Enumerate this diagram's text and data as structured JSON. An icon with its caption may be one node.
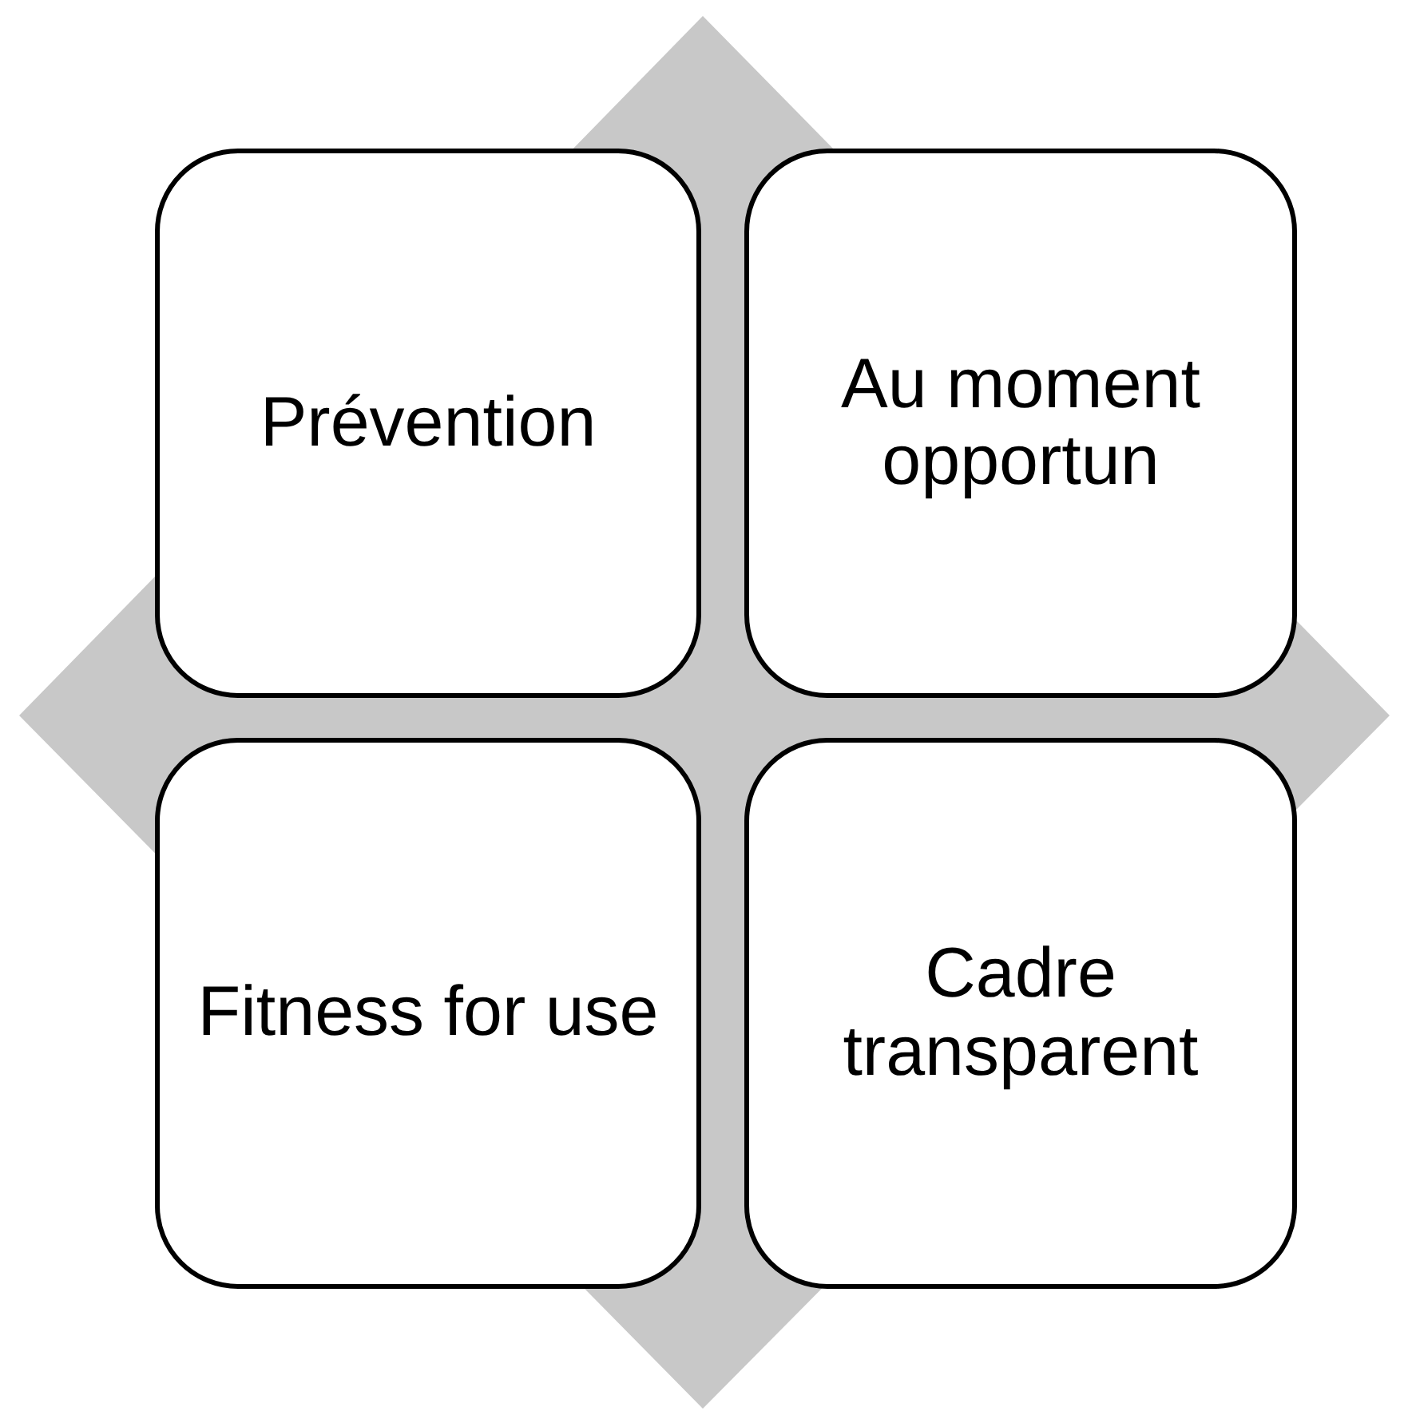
{
  "diagram": {
    "nodes": [
      {
        "text": [
          "Prévention"
        ]
      },
      {
        "text": [
          "Au moment opportun"
        ]
      },
      {
        "text": [
          "Fitness for use"
        ]
      },
      {
        "text": [
          "Cadre transparent"
        ]
      }
    ]
  }
}
